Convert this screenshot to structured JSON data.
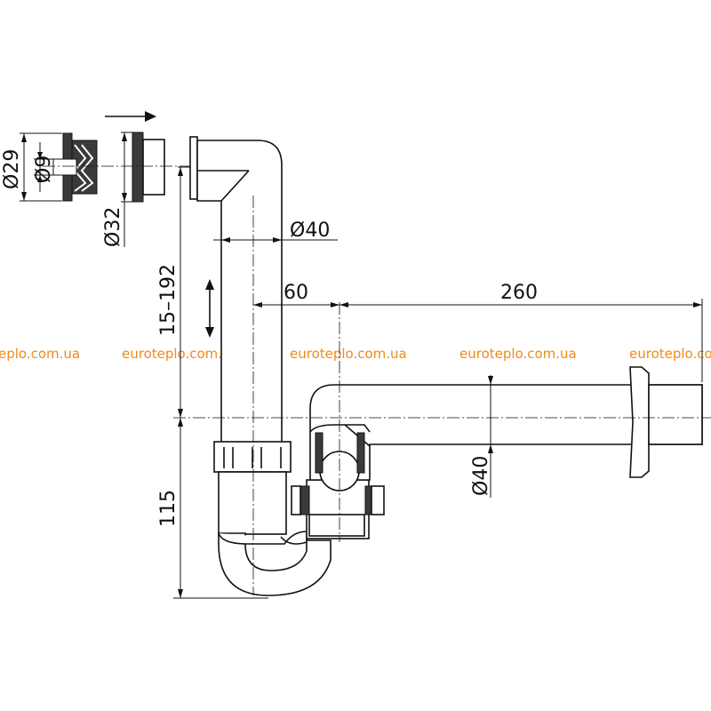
{
  "watermark": {
    "items": [
      "eplo.com.ua",
      "euroteplo.com.ua",
      "euroteplo.com.ua",
      "euroteplo.com.ua",
      "euroteplo.com.ua"
    ],
    "color": "#f08a1c"
  },
  "dimensions": {
    "d29": "Ø29",
    "d9": "Ø9",
    "d32": "Ø32",
    "d40_top": "Ø40",
    "d40_side": "Ø40",
    "h_15_192": "15–192",
    "w_60": "60",
    "w_260": "260",
    "h_115": "115"
  },
  "colors": {
    "line": "#111111",
    "watermark": "#f08a1c",
    "background": "#ffffff"
  }
}
